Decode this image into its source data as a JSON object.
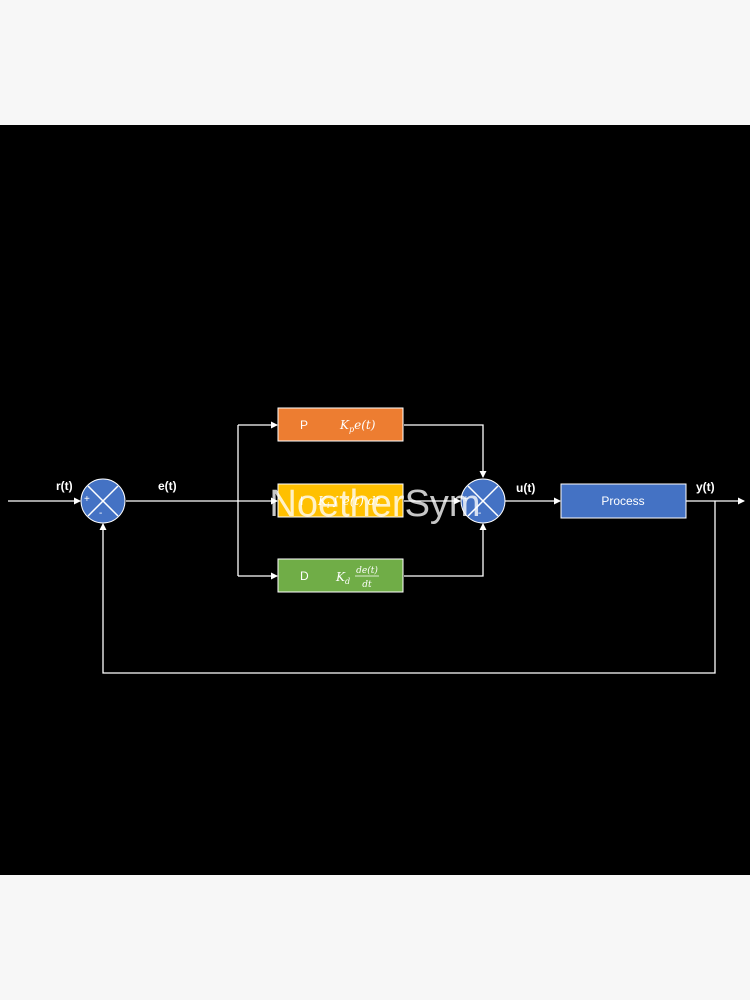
{
  "signals": {
    "r": "r(t)",
    "e": "e(t)",
    "u": "u(t)",
    "y": "y(t)"
  },
  "blocks": {
    "p": {
      "letter": "P",
      "gain": "K",
      "gain_sub": "p",
      "expr": "e(t)",
      "color": "#ed7d31"
    },
    "i": {
      "letter": "I",
      "gain": "K",
      "gain_sub": "i",
      "expr": "∫ e(t) dt",
      "color": "#ffc000"
    },
    "d": {
      "letter": "D",
      "gain": "K",
      "gain_sub": "d",
      "frac_num": "de(t)",
      "frac_den": "dt",
      "color": "#70ad47"
    },
    "process": {
      "label": "Process",
      "color": "#4472c4"
    }
  },
  "summers": {
    "left": {
      "plus": "+",
      "minus": "-",
      "color": "#4472c4"
    },
    "right": {
      "plus": "+",
      "minus": "-",
      "color": "#4472c4"
    }
  },
  "watermark": "NoetherSym"
}
